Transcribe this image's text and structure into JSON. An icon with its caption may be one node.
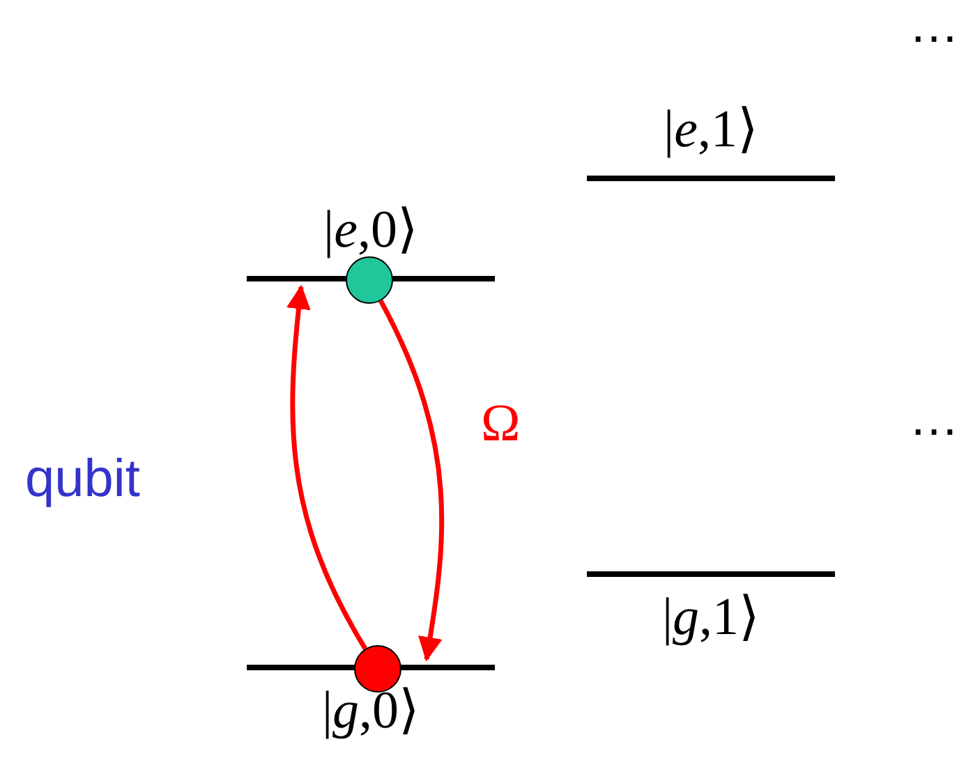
{
  "diagram": {
    "nodes": [
      {
        "text": [
          "|*e*,0⟩"
        ]
      },
      {
        "text": [],
        "shape": "circle"
      },
      {
        "text": [
          "|*g*,0⟩"
        ]
      },
      {
        "text": [],
        "shape": "circle"
      },
      {
        "text": [
          "|*e*,1⟩"
        ]
      },
      {
        "text": [
          "|*g*,1⟩"
        ]
      }
    ],
    "edges": [
      {
        "from": 3,
        "to": 0,
        "arrow": "to"
      },
      {
        "from": 1,
        "to": 2,
        "arrow": "to",
        "label": "Ω"
      }
    ],
    "labels": [
      "qubit",
      "…",
      "…"
    ]
  }
}
